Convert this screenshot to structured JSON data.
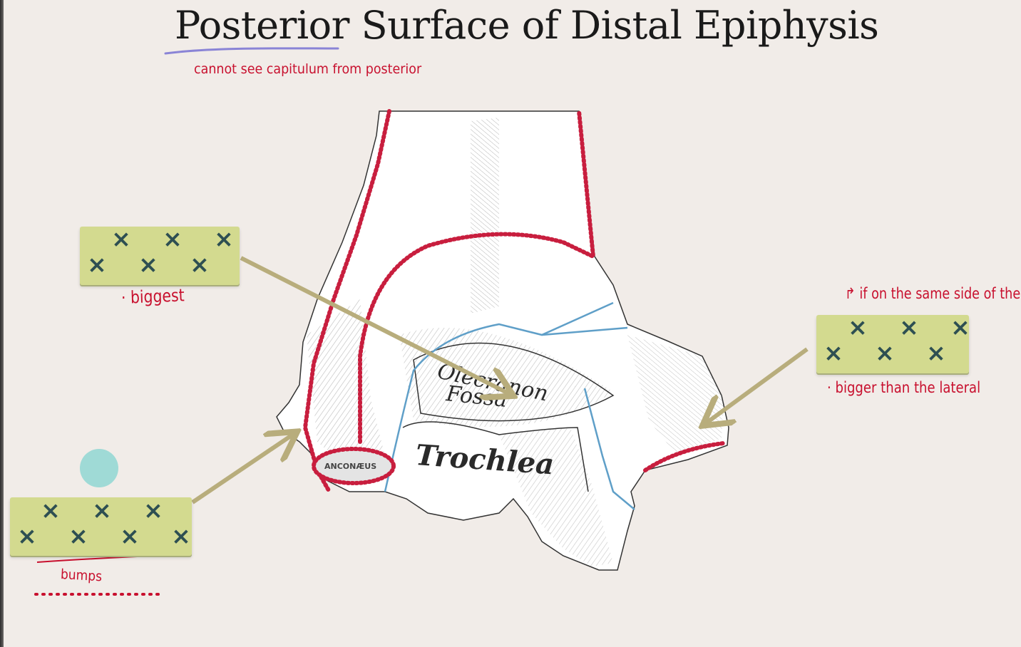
{
  "title": "Posterior Surface of Distal Epiphysis",
  "annotations": {
    "capitulum_note": "cannot see capitulum from posterior",
    "biggest_note": "· biggest",
    "same_side_note": "↱ if on the same side of the head",
    "bigger_note": "· bigger than the lateral",
    "bumps_note": "bumps"
  },
  "image_labels": {
    "olecranon": "Olecranon",
    "fossa": "Fossa",
    "trochlea": "Trochlea",
    "anconaeus": "ANCONÆUS"
  },
  "hidden_box_mark": "×",
  "colors": {
    "box_fill": "#d3da8f",
    "x_mark": "#2e4f52",
    "arrow": "#b8ad7c",
    "handwriting": "#c8102e",
    "dotted_outline": "#c81e3e",
    "blue_line": "#5f9fc8",
    "teal_dot": "#9fdad6",
    "title_underline": "#8a84d6"
  }
}
